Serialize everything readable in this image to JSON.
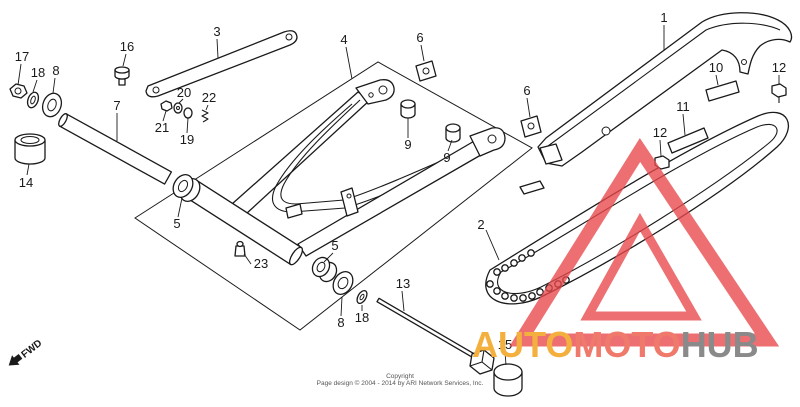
{
  "diagram": {
    "callouts": [
      "17",
      "18",
      "8",
      "16",
      "3",
      "4",
      "6",
      "1",
      "10",
      "12",
      "7",
      "20",
      "22",
      "21",
      "19",
      "6",
      "11",
      "12",
      "9",
      "9",
      "14",
      "5",
      "2",
      "5",
      "23",
      "13",
      "8",
      "18",
      "15"
    ],
    "direction_label": "FWD",
    "copyright": {
      "line1": "Copyright",
      "line2": "Page design © 2004 - 2014 by ARI Network Services, Inc."
    }
  },
  "watermark": {
    "part_auto": "AUTO",
    "part_moto": "MOTO",
    "part_hub": "HUB"
  },
  "colors": {
    "line": "#1a1a1a",
    "watermark_auto": "#f4b03e",
    "watermark_moto": "#ef7a6c",
    "watermark_hub": "#8a8a8a",
    "watermark_triangle": "#e8474a"
  }
}
